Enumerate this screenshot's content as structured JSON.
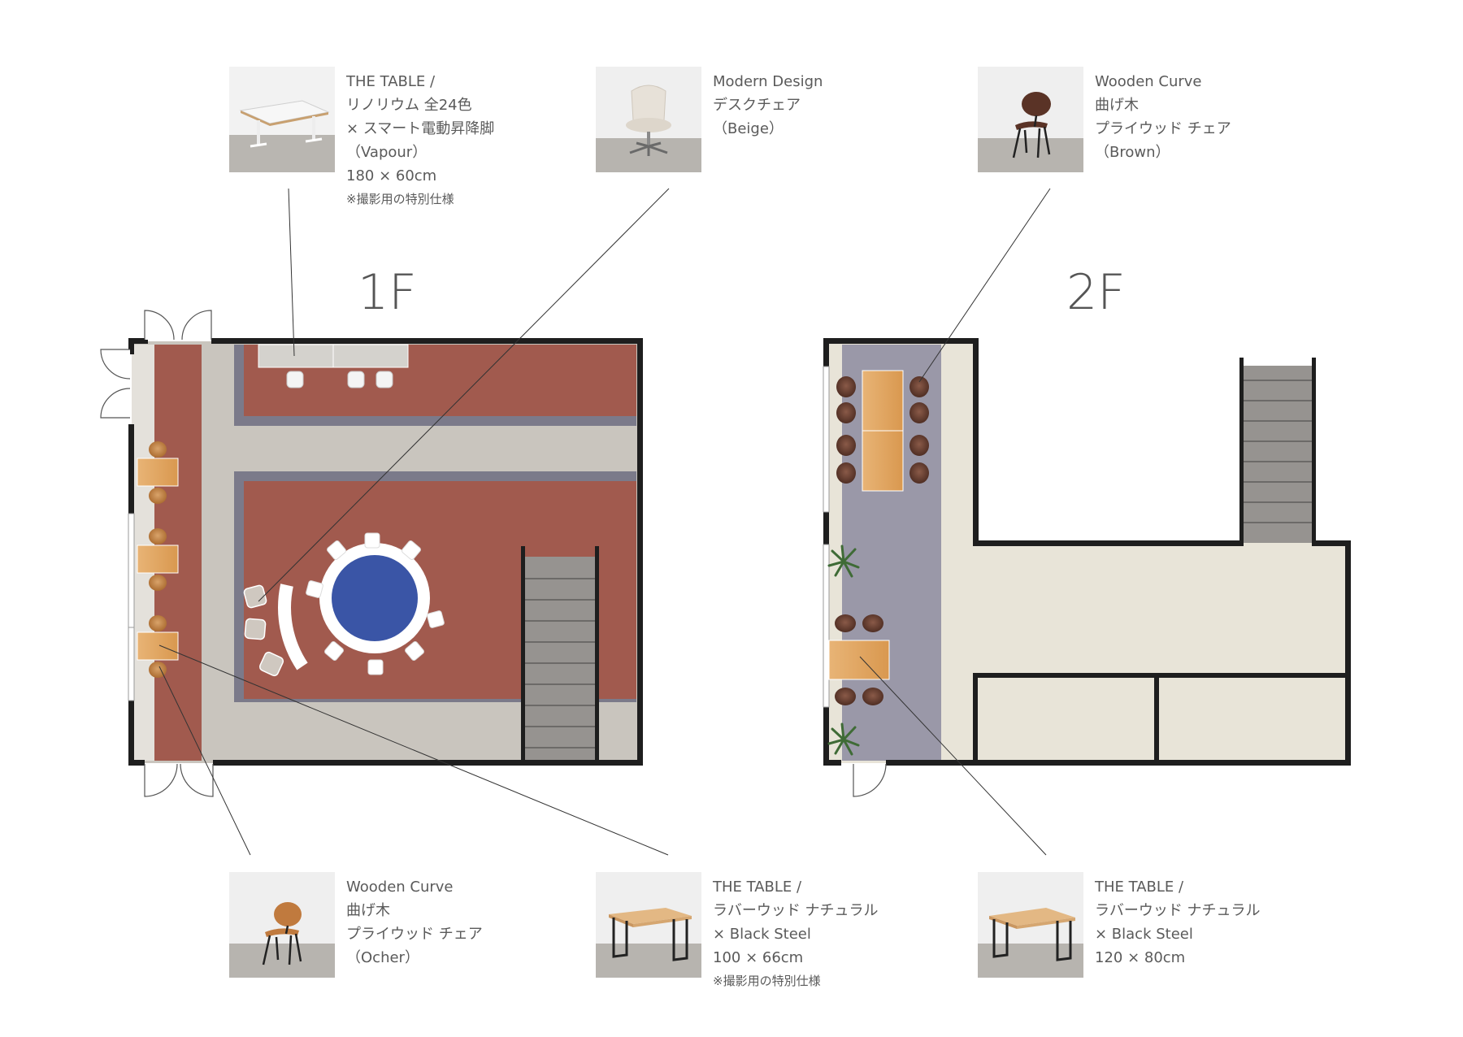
{
  "floors": {
    "first": {
      "label": "1F"
    },
    "second": {
      "label": "2F"
    }
  },
  "products": {
    "table_vapour": {
      "lines": [
        "THE TABLE /",
        "リノリウム 全24色",
        "× スマート電動昇降脚",
        "（Vapour）",
        "180 × 60cm"
      ],
      "note": "※撮影用の特別仕様",
      "photo_icon": "white-desk-icon"
    },
    "desk_chair": {
      "lines": [
        "Modern Design",
        "デスクチェア",
        "（Beige）"
      ],
      "photo_icon": "office-chair-icon"
    },
    "chair_brown": {
      "lines": [
        "Wooden Curve",
        "曲げ木",
        "プライウッド チェア",
        "（Brown）"
      ],
      "photo_icon": "brown-chair-icon"
    },
    "chair_ocher": {
      "lines": [
        "Wooden Curve",
        "曲げ木",
        "プライウッド チェア",
        "（Ocher）"
      ],
      "photo_icon": "ocher-chair-icon"
    },
    "table_natural_100": {
      "lines": [
        "THE TABLE /",
        "ラバーウッド ナチュラル",
        " × Black Steel",
        "100 × 66cm"
      ],
      "note": "※撮影用の特別仕様",
      "photo_icon": "wood-table-icon"
    },
    "table_natural_120": {
      "lines": [
        "THE TABLE /",
        "ラバーウッド ナチュラル",
        " × Black Steel",
        "120 × 80cm"
      ],
      "photo_icon": "wood-table-icon"
    }
  },
  "colors": {
    "wall": "#1e1e1e",
    "terracotta": "#a15a4e",
    "corridor": "#c9c5be",
    "slate_border": "#7b7a8a",
    "stair": "#969390",
    "floor2_cream": "#e8e4d8",
    "floor2_aisle": "#9a98a8",
    "wood": "#e0a15c",
    "round_table": "#3a55a6",
    "dark_chair": "#5a3326"
  }
}
